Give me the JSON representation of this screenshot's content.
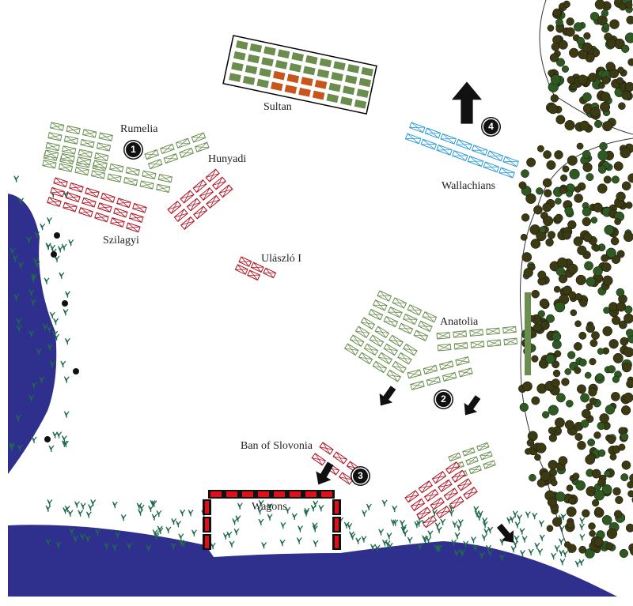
{
  "colors": {
    "sea": "#2f2f8e",
    "ottoman": "#6b8e4e",
    "crusader": "#b01020",
    "wallachian": "#2a9bd6",
    "guard": "#c8561c",
    "forest": "#3b3a12",
    "grass": "#1f6b4a",
    "wagon": "#e0101a"
  },
  "labels": {
    "sultan": "Sultan",
    "rumelia": "Rumelia",
    "hunyadi": "Hunyadi",
    "szilagyi": "Szilagyi",
    "wallachians": "Wallachians",
    "ulaszlo": "Ulászló I",
    "anatolia": "Anatolia",
    "ban": "Ban of Slovonia",
    "wagons": "Wagons"
  },
  "markers": [
    "1",
    "2",
    "3",
    "4"
  ]
}
